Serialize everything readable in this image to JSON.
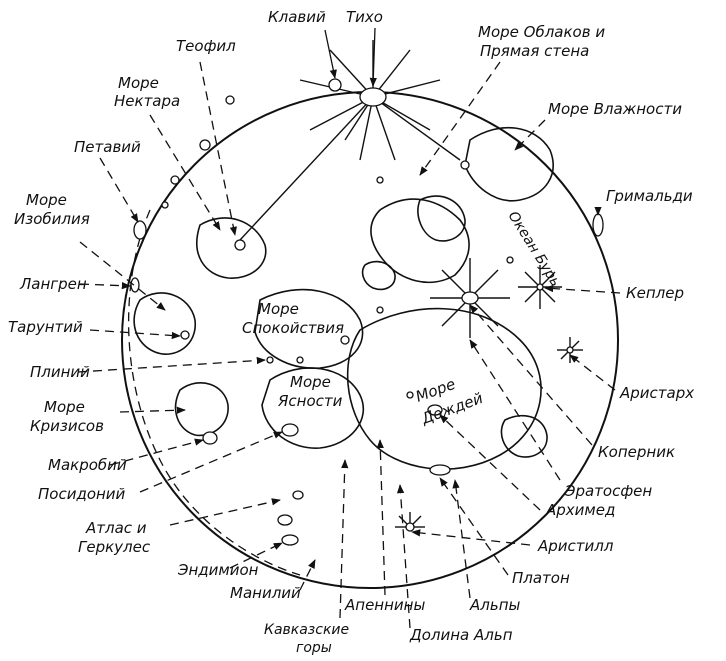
{
  "diagram": {
    "labels": {
      "klaviy": "Клавий",
      "tikho": "Тихо",
      "more_oblakov_1": "Море Облаков и",
      "more_oblakov_2": "Прямая стена",
      "teofil": "Теофил",
      "more_nektara_1": "Море",
      "more_nektara_2": "Нектара",
      "more_vlazhnosti": "Море Влажности",
      "petaviy": "Петавий",
      "grimaldi": "Гримальди",
      "more_izobiliya_1": "Море",
      "more_izobiliya_2": "Изобилия",
      "okean_bur": "Океан Бурь",
      "langren": "Лангрен",
      "kepler": "Кеплер",
      "taruntiy": "Таpунтий",
      "more_spokoystviya_1": "Море",
      "more_spokoystviya_2": "Спокойствия",
      "pliniy": "Плиний",
      "aristarkh": "Аристарх",
      "more_yasnosti_1": "Море",
      "more_yasnosti_2": "Ясности",
      "more_krizisov_1": "Море",
      "more_krizisov_2": "Кризисов",
      "more_dozhdey_1": "Море",
      "more_dozhdey_2": "Дождей",
      "kopernik": "Коперник",
      "makrobiy": "Макробий",
      "eratosfen": "Эратосфен",
      "posidoniy": "Посидоний",
      "arkhimed": "Архимед",
      "atlas_1": "Атлас и",
      "atlas_2": "Геркулес",
      "aristill": "Аристилл",
      "endimion": "Эндимион",
      "platon": "Платон",
      "maniliy": "Манилий",
      "apenniny": "Апеннины",
      "alpy": "Альпы",
      "kavkazskie_1": "Кавказские",
      "kavkazskie_2": "горы",
      "dolina_alp": "Долина Альп"
    }
  }
}
